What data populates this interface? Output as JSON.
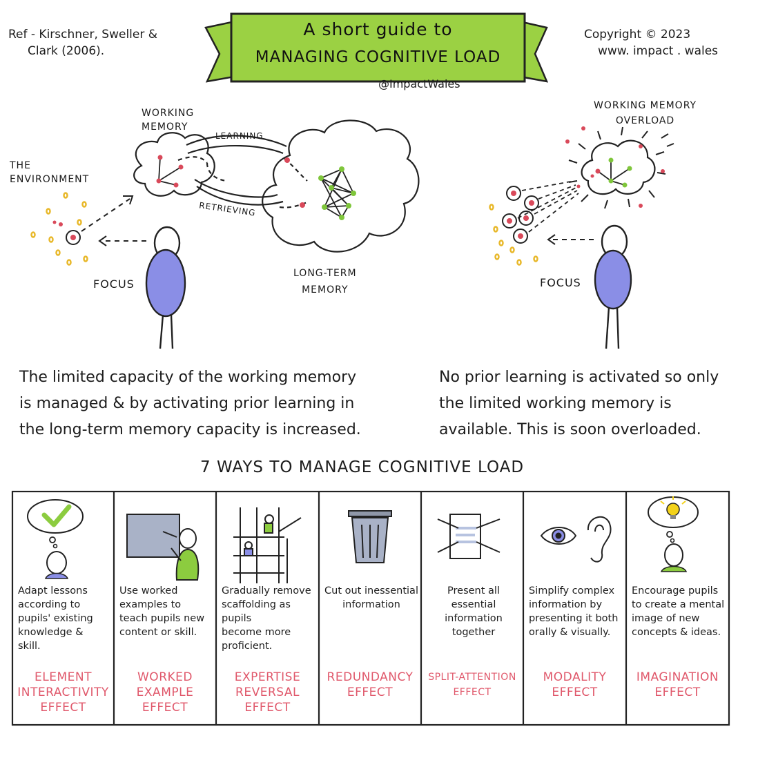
{
  "header": {
    "reference": [
      "Ref - Kirschner, Sweller &",
      "Clark (2006)."
    ],
    "title_line1": "A short guide to",
    "title_line2": "MANAGING COGNITIVE LOAD",
    "handle": "@ImpactWales",
    "copyright": [
      "Copyright © 2023",
      "www. impact . wales"
    ]
  },
  "left_diagram": {
    "working_memory": [
      "WORKING",
      "MEMORY"
    ],
    "environment": [
      "THE",
      "ENVIRONMENT"
    ],
    "learning": "LEARNING",
    "retrieving": "RETRIEVING",
    "long_term_memory": [
      "LONG-TERM",
      "MEMORY"
    ],
    "focus": "FOCUS",
    "caption": [
      "The limited capacity of the working memory",
      "is managed & by activating prior learning in",
      "the long-term memory capacity is increased."
    ]
  },
  "right_diagram": {
    "overload": [
      "WORKING MEMORY",
      "OVERLOAD"
    ],
    "focus": "FOCUS",
    "caption": [
      "No prior learning is activated so only",
      "the limited working memory is",
      "available. This is soon overloaded."
    ]
  },
  "ways": {
    "heading": "7 WAYS TO MANAGE COGNITIVE LOAD",
    "cells": [
      {
        "icon": "thought-bubble-check-icon",
        "desc": [
          "Adapt lessons",
          "according to",
          "pupils' existing",
          "knowledge &",
          "skill."
        ],
        "effect": [
          "ELEMENT",
          "INTERACTIVITY",
          "EFFECT"
        ]
      },
      {
        "icon": "whiteboard-teacher-icon",
        "desc": [
          "Use worked",
          "examples to",
          "teach pupils new",
          "content or skill."
        ],
        "effect": [
          "WORKED",
          "EXAMPLE",
          "EFFECT"
        ]
      },
      {
        "icon": "scaffolding-icon",
        "desc": [
          "Gradually remove",
          "scaffolding as pupils",
          "become more",
          "proficient."
        ],
        "effect": [
          "EXPERTISE",
          "REVERSAL",
          "EFFECT"
        ]
      },
      {
        "icon": "trash-bin-icon",
        "desc": [
          "Cut out inessential",
          "information"
        ],
        "effect": [
          "REDUNDANCY",
          "EFFECT"
        ]
      },
      {
        "icon": "document-arrows-icon",
        "desc": [
          "Present all essential",
          "information together"
        ],
        "effect": [
          "SPLIT-ATTENTION",
          "EFFECT"
        ]
      },
      {
        "icon": "eye-ear-icon",
        "desc": [
          "Simplify complex",
          "information by",
          "presenting it both",
          "orally & visually."
        ],
        "effect": [
          "MODALITY",
          "EFFECT"
        ]
      },
      {
        "icon": "lightbulb-thought-icon",
        "desc": [
          "Encourage pupils",
          "to create a mental",
          "image of new",
          "concepts & ideas."
        ],
        "effect": [
          "IMAGINATION",
          "EFFECT"
        ]
      }
    ]
  },
  "colors": {
    "banner_green": "#9bd143",
    "figure_purple": "#8a8ee6",
    "figure_green": "#8ccc3f",
    "effect_pink": "#e0586b",
    "dot_red": "#d9495a",
    "dot_yellow": "#e8b82a",
    "node_green": "#7fc63b"
  }
}
